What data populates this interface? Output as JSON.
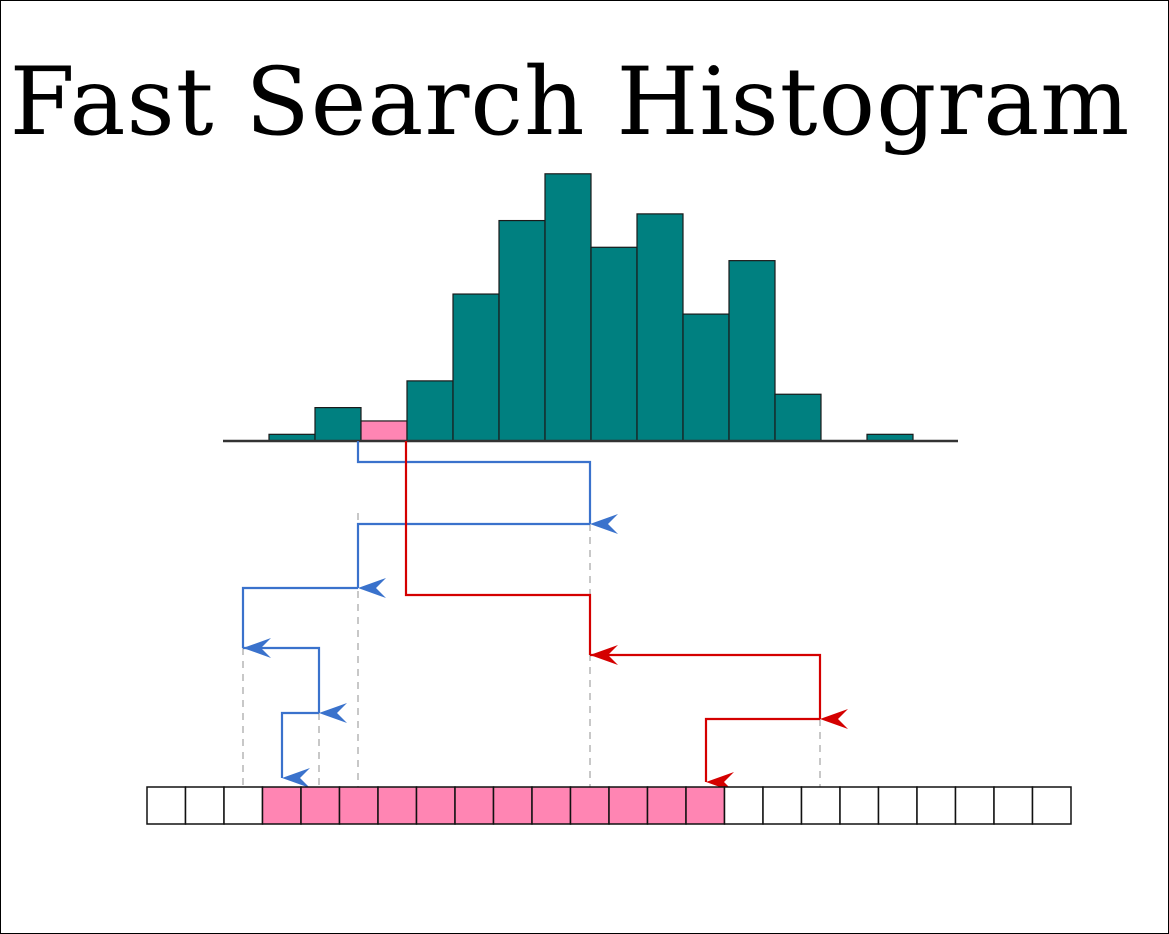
{
  "title": "Fast Search Histogram",
  "colors": {
    "bar": "#008080",
    "highlight": "#ff85b3",
    "blue_path": "#3a72cc",
    "red_path": "#d40000",
    "guide": "#c8c8c8",
    "outline": "#1a1a1a"
  },
  "histogram": {
    "bars": [
      {
        "bin": 0,
        "count": 1,
        "highlight": false
      },
      {
        "bin": 1,
        "count": 5,
        "highlight": false
      },
      {
        "bin": 2,
        "count": 3,
        "highlight": true
      },
      {
        "bin": 3,
        "count": 9,
        "highlight": false
      },
      {
        "bin": 4,
        "count": 22,
        "highlight": false
      },
      {
        "bin": 5,
        "count": 33,
        "highlight": false
      },
      {
        "bin": 6,
        "count": 40,
        "highlight": false
      },
      {
        "bin": 7,
        "count": 29,
        "highlight": false
      },
      {
        "bin": 8,
        "count": 34,
        "highlight": false
      },
      {
        "bin": 9,
        "count": 19,
        "highlight": false
      },
      {
        "bin": 10,
        "count": 27,
        "highlight": false
      },
      {
        "bin": 11,
        "count": 7,
        "highlight": false
      },
      {
        "bin": 12,
        "count": 0,
        "highlight": false
      },
      {
        "bin": 13,
        "count": 1,
        "highlight": false
      }
    ]
  },
  "sorted_array": {
    "cell_count": 24,
    "highlighted_cells": [
      3,
      4,
      5,
      6,
      7,
      8,
      9,
      10,
      11,
      12,
      13,
      14
    ]
  },
  "search_paths": [
    {
      "name": "blue",
      "boundary": "left",
      "probe_cells": [
        11.5,
        5.5,
        2.5,
        4.5,
        3.5
      ]
    },
    {
      "name": "red",
      "boundary": "right",
      "probe_cells": [
        11.5,
        17.5,
        14.5
      ]
    }
  ]
}
